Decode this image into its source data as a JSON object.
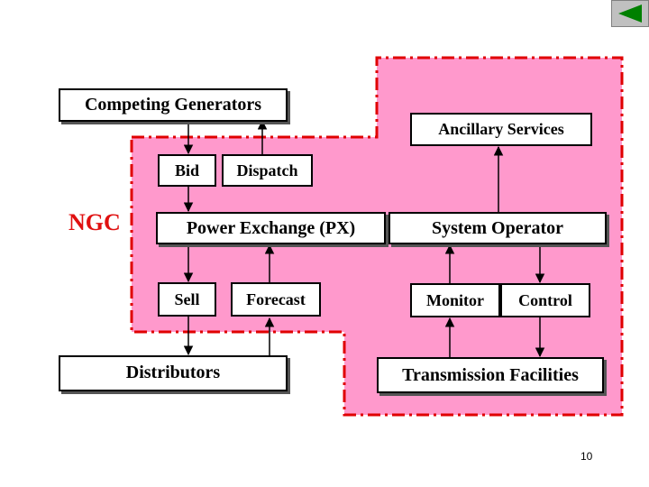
{
  "colors": {
    "region_fill": "#ff99cc",
    "region_border": "#e00000",
    "ngc_label": "#e01010",
    "nav_arrow": "#008000"
  },
  "region": {
    "label": "NGC"
  },
  "boxes": {
    "competing_generators": "Competing Generators",
    "ancillary_services": "Ancillary Services",
    "bid": "Bid",
    "dispatch": "Dispatch",
    "power_exchange": "Power Exchange (PX)",
    "system_operator": "System Operator",
    "sell": "Sell",
    "forecast": "Forecast",
    "monitor": "Monitor",
    "control": "Control",
    "distributors": "Distributors",
    "transmission_facilities": "Transmission Facilities"
  },
  "footer": {
    "page_number": "10"
  },
  "nav": {
    "back_icon": "back-arrow-icon"
  }
}
